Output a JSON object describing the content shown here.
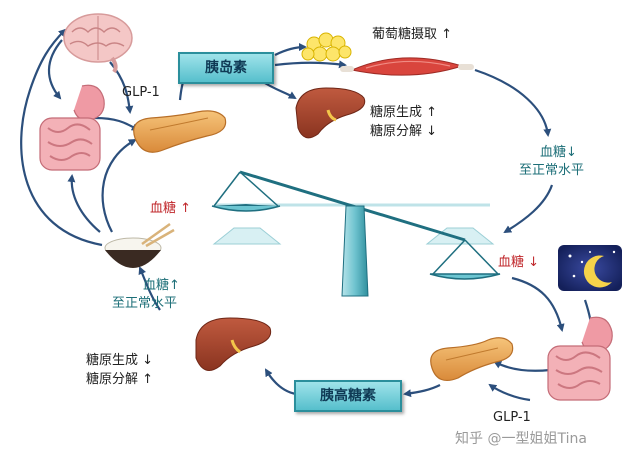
{
  "boxes": {
    "insulin": "胰岛素",
    "glucagon": "胰高糖素"
  },
  "labels": {
    "glp1_top": "GLP-1",
    "glp1_bottom": "GLP-1",
    "glucose_uptake": "葡萄糖摄取 ↑",
    "glycogenesis_up": "糖原生成 ↑",
    "glycogenolysis_down": "糖原分解 ↓",
    "blood_sugar_down_line1": "血糖↓",
    "blood_sugar_down_line2": "至正常水平",
    "blood_sugar_high": "血糖 ↑",
    "blood_sugar_low": "血糖 ↓",
    "blood_sugar_up_line1": "血糖↑",
    "blood_sugar_up_line2": "至正常水平",
    "glycogenesis_down": "糖原生成 ↓",
    "glycogenolysis_up": "糖原分解 ↑"
  },
  "watermark": "知乎 @一型姐姐Tina",
  "icons": [
    "brain-icon",
    "intestine-icon",
    "pancreas-icon",
    "fat-cells-icon",
    "muscle-icon",
    "liver-icon",
    "rice-bowl-icon",
    "night-moon-icon",
    "balance-scale-icon"
  ],
  "colors": {
    "arrow": "#2c4f7c",
    "teal_text": "#1d6f78",
    "red_text": "#c0282c",
    "box_fill": "#7fd3dd",
    "pancreas": "#e8a04e",
    "liver": "#a7472f",
    "scale": "#1f6f80"
  }
}
